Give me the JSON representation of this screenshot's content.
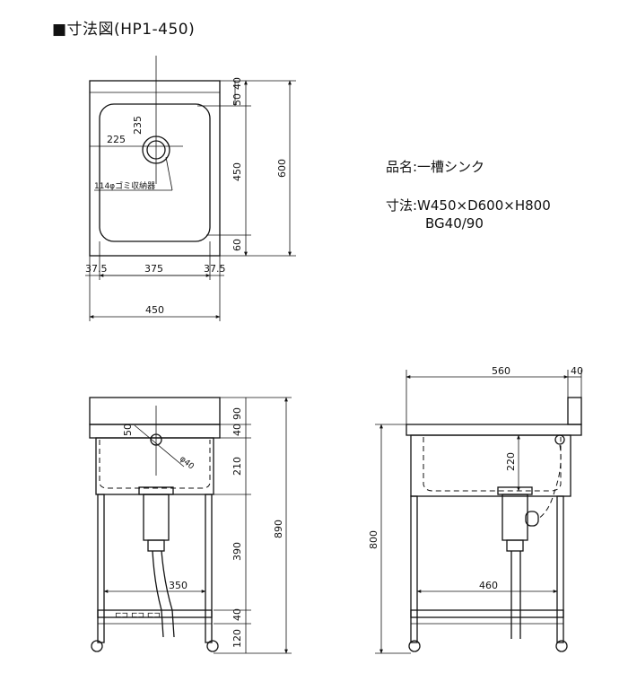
{
  "title": "■寸法図(HP1-450)",
  "spec": {
    "name": "品名:一槽シンク",
    "size": "寸法:W450×D600×H800",
    "bg": "BG40/90"
  },
  "top_view": {
    "dims": {
      "d225": "225",
      "d235": "235",
      "d50": "50",
      "d40": "40",
      "d450v": "450",
      "d600": "600",
      "d60": "60",
      "d37a": "37.5",
      "d375": "375",
      "d37b": "37.5",
      "d450w": "450"
    },
    "drain_label": "114φゴミ収納器"
  },
  "front_view": {
    "dims": {
      "d50": "50",
      "d40a": "40",
      "d90": "90",
      "d210": "210",
      "d390": "390",
      "d40b": "40",
      "d120": "120",
      "d890": "890",
      "d350": "350",
      "phi40": "φ40"
    }
  },
  "side_view": {
    "dims": {
      "d560": "560",
      "d40": "40",
      "d220": "220",
      "d800": "800",
      "d460": "460"
    }
  }
}
